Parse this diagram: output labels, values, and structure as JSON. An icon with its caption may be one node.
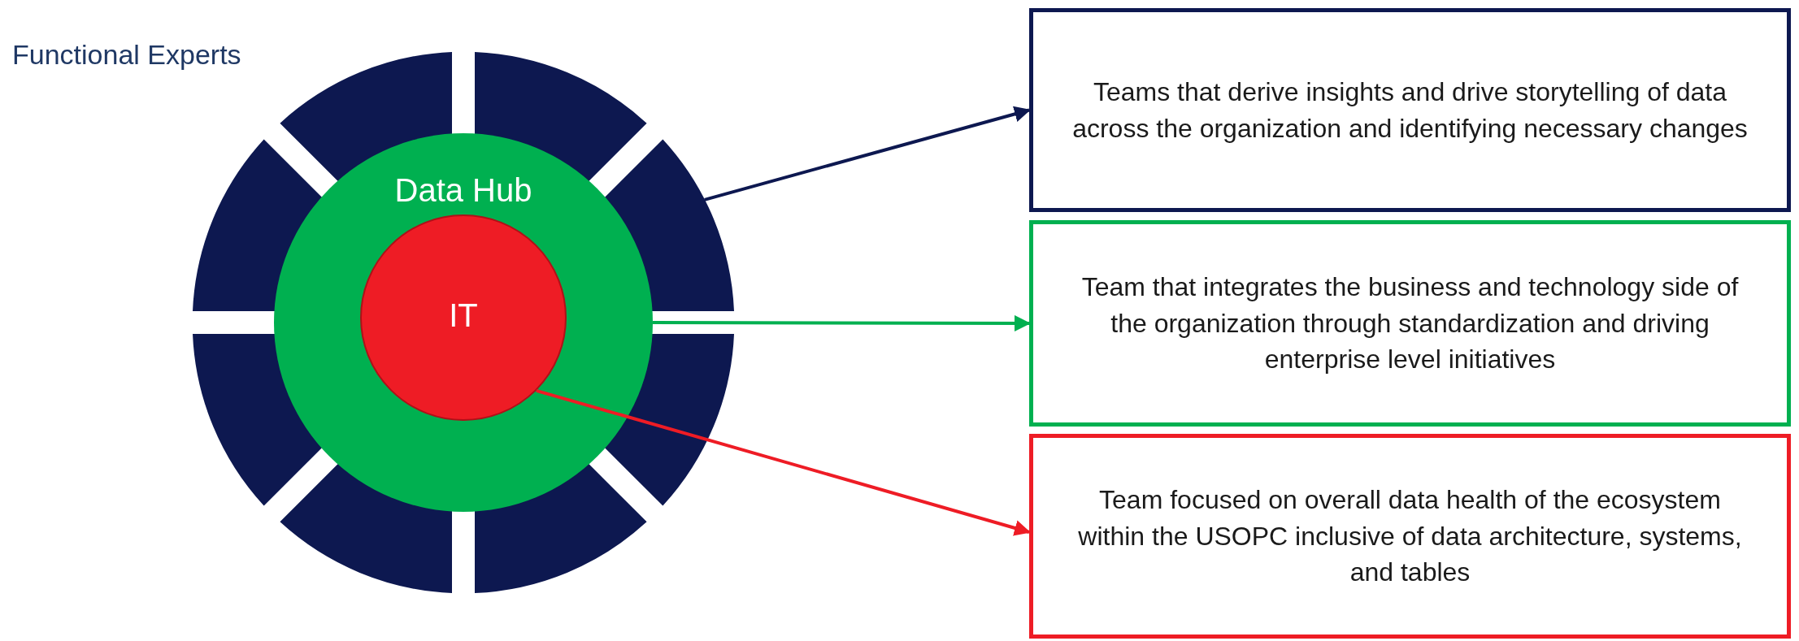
{
  "diagram": {
    "nodes": [
      {
        "text": [
          "Functional Experts"
        ]
      },
      {
        "text": [
          "Data Hub"
        ],
        "in": 0
      },
      {
        "text": [
          "IT"
        ],
        "in": 1
      },
      {
        "text": [
          "Teams that derive insights and drive storytelling of data across the organization and identifying necessary changes"
        ]
      },
      {
        "text": [
          "Team that integrates the business and technology side of the organization through standardization and driving enterprise level initiatives"
        ]
      },
      {
        "text": [
          "Team focused on overall data health of the ecosystem within the USOPC inclusive of data architecture, systems, and tables"
        ]
      }
    ],
    "edges": [
      {
        "from": 0,
        "to": 3,
        "arrow": "to",
        "color": "#0d1850"
      },
      {
        "from": 1,
        "to": 4,
        "arrow": "to",
        "color": "#00b050"
      },
      {
        "from": 2,
        "to": 5,
        "arrow": "to",
        "color": "#ee1c25"
      }
    ]
  }
}
